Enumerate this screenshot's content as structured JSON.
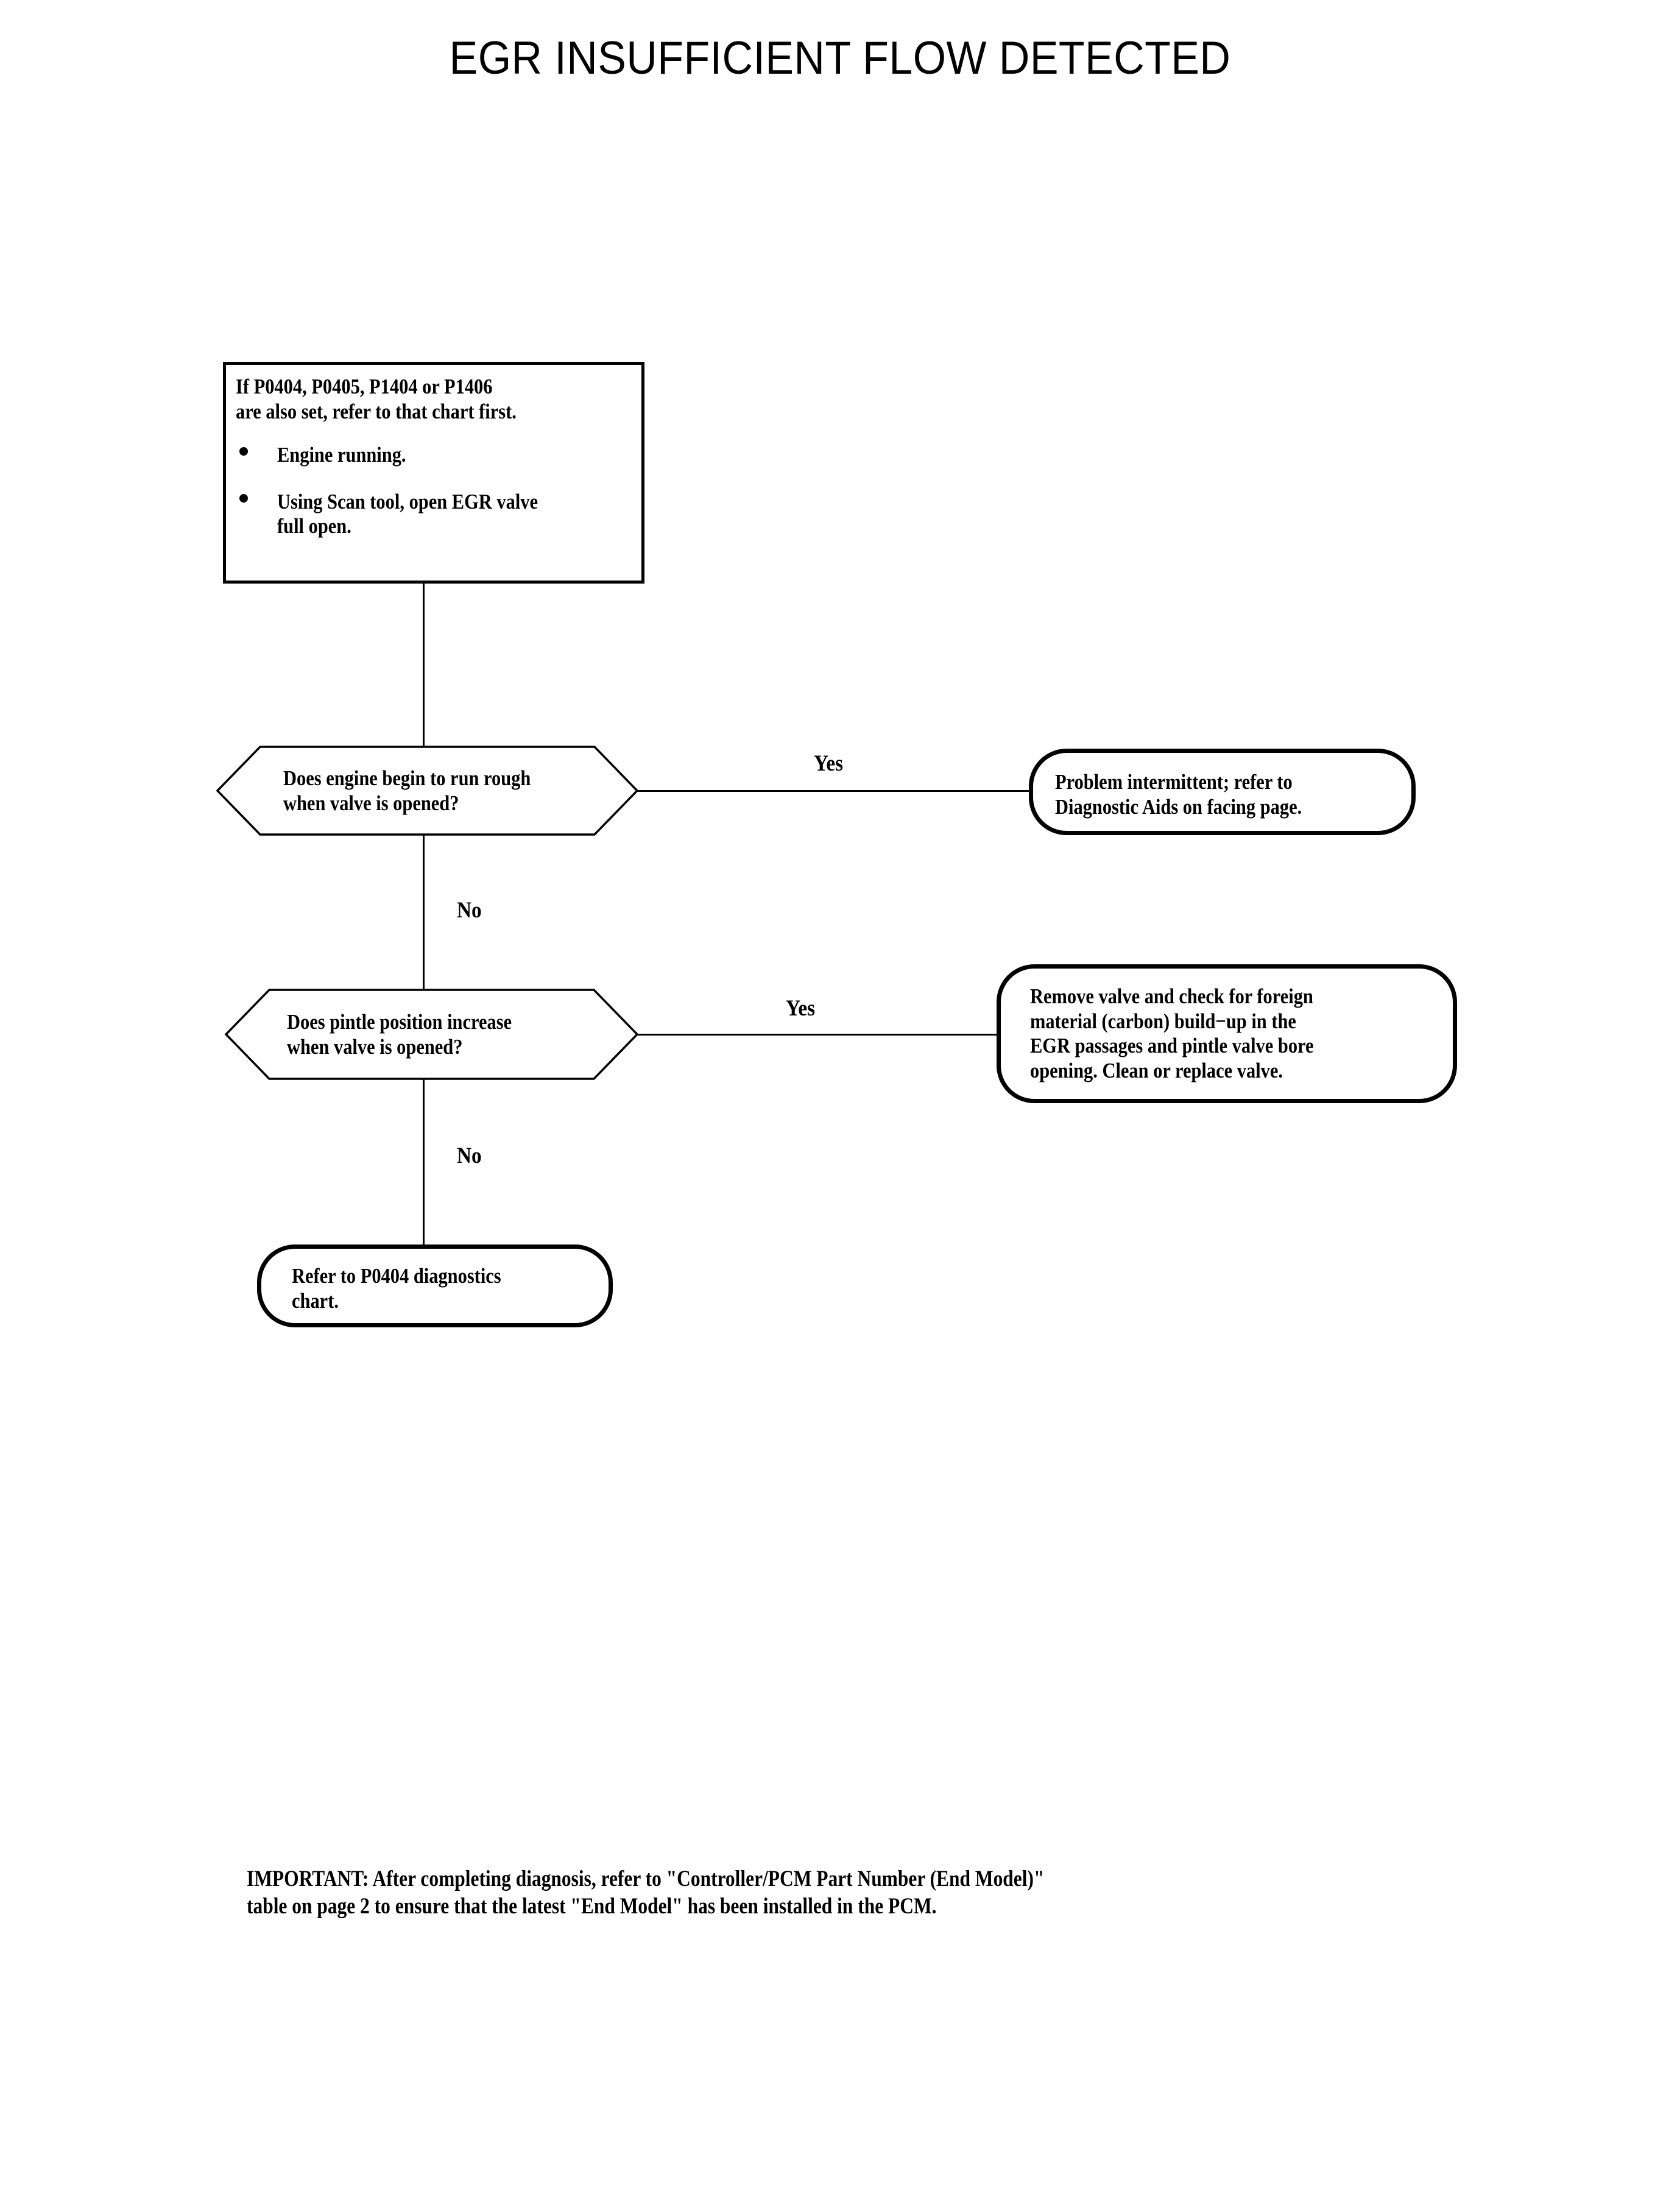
{
  "page": {
    "title": "EGR INSUFFICIENT FLOW DETECTED",
    "background_color": "#ffffff",
    "line_color": "#000000"
  },
  "flowchart": {
    "type": "diagnostic-flowchart",
    "start_box": {
      "heading": "If P0404, P0405, P1404 or P1406\nare also set, refer to that chart first.",
      "bullets": [
        "Engine running.",
        "Using Scan tool, open EGR valve\nfull open."
      ]
    },
    "decisions": [
      {
        "id": "decision-1",
        "question": "Does engine begin to run rough\nwhen valve is opened?",
        "yes_label": "Yes",
        "no_label": "No",
        "yes_target": "terminal-1",
        "no_target": "decision-2"
      },
      {
        "id": "decision-2",
        "question": "Does pintle position increase\nwhen valve is opened?",
        "yes_label": "Yes",
        "no_label": "No",
        "yes_target": "terminal-2",
        "no_target": "terminal-3"
      }
    ],
    "terminals": [
      {
        "id": "terminal-1",
        "text": "Problem intermittent; refer to\nDiagnostic Aids on facing page."
      },
      {
        "id": "terminal-2",
        "text": "Remove valve and check for foreign\nmaterial (carbon) build−up in the\nEGR passages and pintle valve bore\nopening. Clean or replace valve."
      },
      {
        "id": "terminal-3",
        "text": "Refer to P0404 diagnostics\nchart."
      }
    ]
  },
  "footer": {
    "note": "IMPORTANT:  After completing diagnosis, refer to \"Controller/PCM Part Number (End Model)\"\ntable on page 2 to ensure that the latest \"End Model\" has been installed in the PCM."
  }
}
